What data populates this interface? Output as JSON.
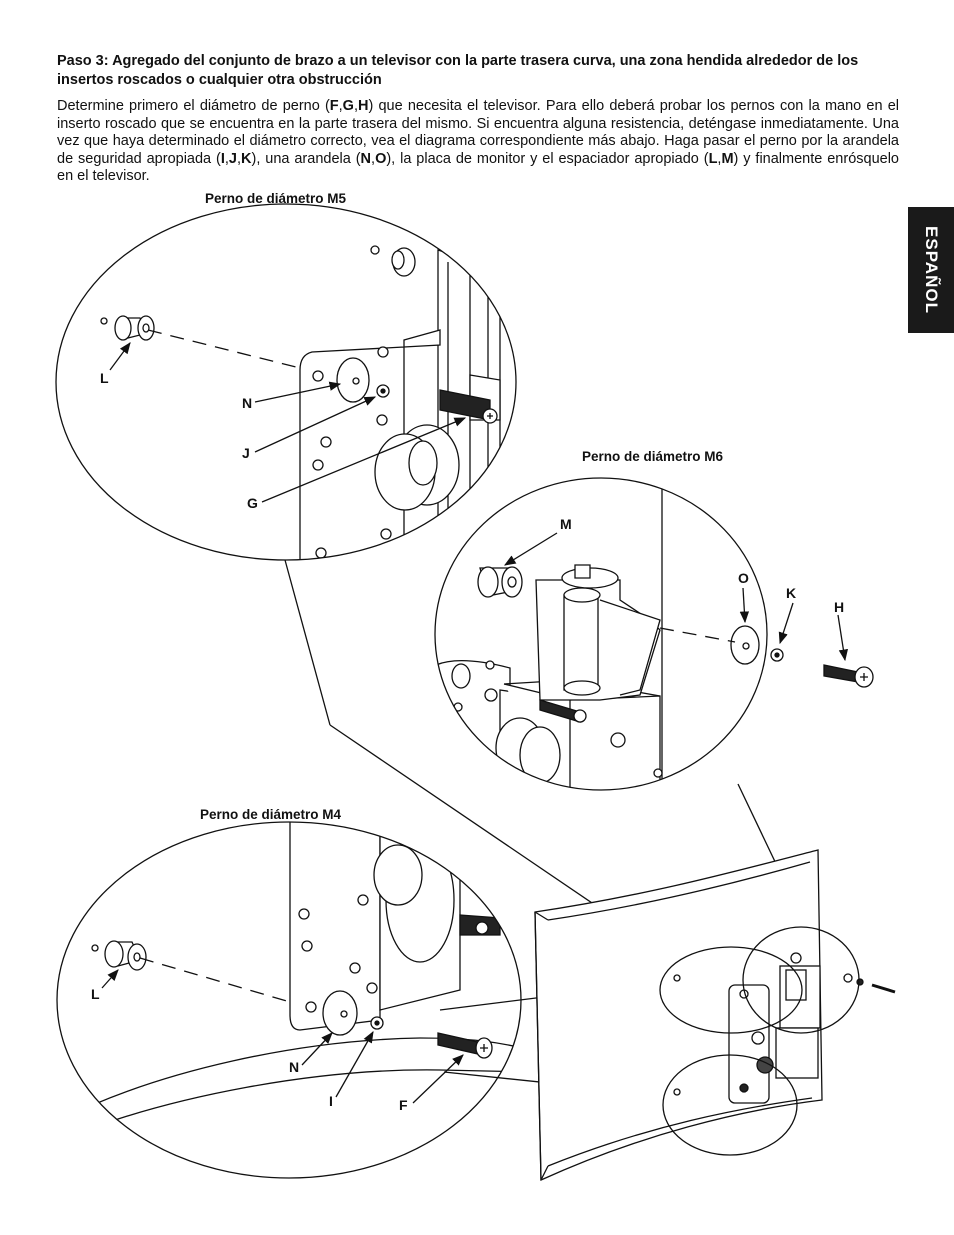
{
  "step_heading": "Paso 3: Agregado del conjunto de brazo a un televisor con la parte trasera curva, una zona hendida alrededor de los insertos roscados o cualquier otra obstrucción",
  "instructions": {
    "p1": "Determine primero el diámetro de perno (",
    "f": "F",
    "g": "G",
    "h": "H",
    "p2": ") que necesita el televisor. Para ello deberá probar los pernos con la mano en el inserto roscado que se encuentra en la parte trasera del mismo. Si encuentra alguna resistencia, deténgase inmediatamente. Una vez que haya determinado el diámetro correcto, vea el diagrama correspondiente más abajo. Haga pasar el perno por la arandela de seguridad apropiada (",
    "i": "I",
    "j": "J",
    "k": "K",
    "p3": "), una arandela (",
    "n": "N",
    "o": "O",
    "p4": "), la placa de monitor y el espaciador apropiado (",
    "l": "L",
    "m": "M",
    "p5": ") y finalmente enrósquelo en el televisor."
  },
  "language_tab": "ESPAÑOL",
  "diagrams": {
    "m5": {
      "caption": "Perno de diámetro M5",
      "labels": {
        "l": "L",
        "n": "N",
        "j": "J",
        "g": "G"
      }
    },
    "m6": {
      "caption": "Perno de diámetro M6",
      "labels": {
        "m": "M",
        "o": "O",
        "k": "K",
        "h": "H"
      }
    },
    "m4": {
      "caption": "Perno de diámetro M4",
      "labels": {
        "l": "L",
        "n": "N",
        "i": "I",
        "f": "F"
      }
    }
  }
}
